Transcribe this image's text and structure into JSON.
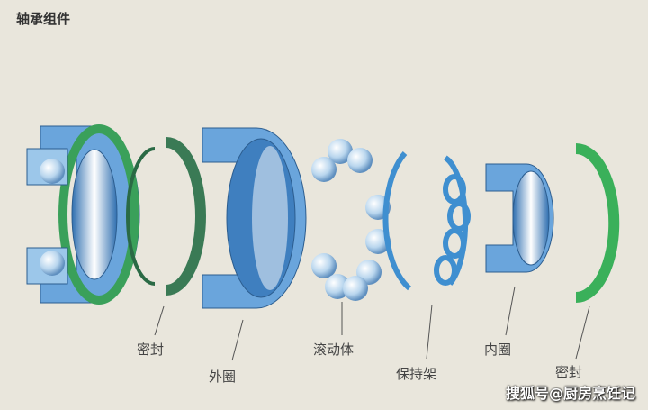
{
  "title": "轴承组件",
  "labels": {
    "seal_left": "密封",
    "outer_ring": "外圈",
    "rolling_elements": "滚动体",
    "cage": "保持架",
    "inner_ring": "内圈",
    "seal_right": "密封"
  },
  "watermark": "搜狐号@厨房烹饪记",
  "colors": {
    "ring_blue": "#5b9bd5",
    "seal_green": "#3aa05a",
    "ball": "#cfe3f2"
  }
}
